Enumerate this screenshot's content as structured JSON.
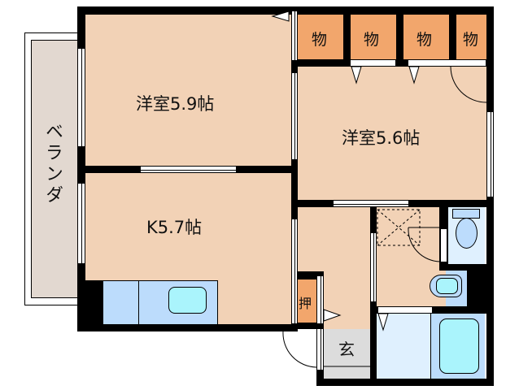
{
  "colors": {
    "room_fill": "#f2d2b6",
    "storage_fill": "#f2a66c",
    "veranda_fill": "#e2d8d0",
    "entry_fill": "#dcdcdc",
    "wet_fill": "#dff0fe",
    "fixture_fill": "#bcdcfc",
    "basin_fill": "#aaf4fc",
    "wall": "#000000"
  },
  "veranda": {
    "label": "ベランダ"
  },
  "rooms": [
    {
      "id": "western-room-1",
      "label": "洋室5.9帖"
    },
    {
      "id": "western-room-2",
      "label": "洋室5.6帖"
    },
    {
      "id": "kitchen",
      "label": "K5.7帖"
    }
  ],
  "storage": [
    {
      "label": "物"
    },
    {
      "label": "物"
    },
    {
      "label": "物"
    },
    {
      "label": "物"
    }
  ],
  "closet": {
    "label": "押"
  },
  "entrance": {
    "label": "玄"
  }
}
